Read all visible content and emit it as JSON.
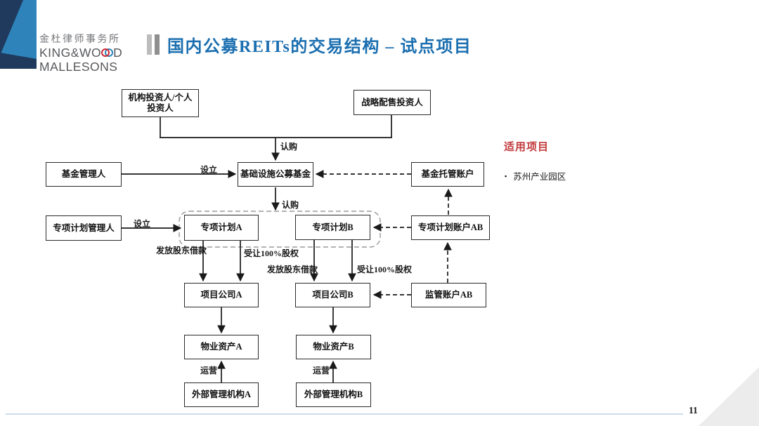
{
  "logo": {
    "cn": "金杜律师事务所",
    "en_pre": "KING&WO",
    "en_post": "D",
    "en_line2": "MALLESONS"
  },
  "title": {
    "text": "国内公募REITs的交易结构 – 试点项目"
  },
  "nodes": {
    "investor_inst": "机构投资人/个人\n投资人",
    "investor_strategic": "战略配售投资人",
    "fund_manager": "基金管理人",
    "public_fund": "基础设施公募基金",
    "custody_account": "基金托管账户",
    "plan_manager": "专项计划管理人",
    "plan_a": "专项计划A",
    "plan_b": "专项计划B",
    "plan_account": "专项计划账户AB",
    "company_a": "项目公司A",
    "company_b": "项目公司B",
    "supervision_account": "监管账户AB",
    "property_a": "物业资产A",
    "property_b": "物业资产B",
    "ext_manager_a": "外部管理机构A",
    "ext_manager_b": "外部管理机构B"
  },
  "edges": {
    "subscribe_top": "认购",
    "establish_fund": "设立",
    "subscribe_plan": "认购",
    "establish_plan": "设立",
    "loan_a": "发放股东借款",
    "equity_a": "受让100%股权",
    "loan_b": "发放股东借款",
    "equity_b": "受让100%股权",
    "operate_a": "运营",
    "operate_b": "运营"
  },
  "side_panel": {
    "heading": "适用项目",
    "bullet_icon": "▪",
    "items": [
      "苏州产业园区"
    ]
  },
  "footer": {
    "page_number": "11"
  },
  "colors": {
    "title_blue": "#1b6fb0",
    "brand_navy": "#1f3a5c",
    "brand_blue": "#2e83bb",
    "accent_red": "#c23a3c",
    "footer_line_blue": "#ccdded"
  }
}
